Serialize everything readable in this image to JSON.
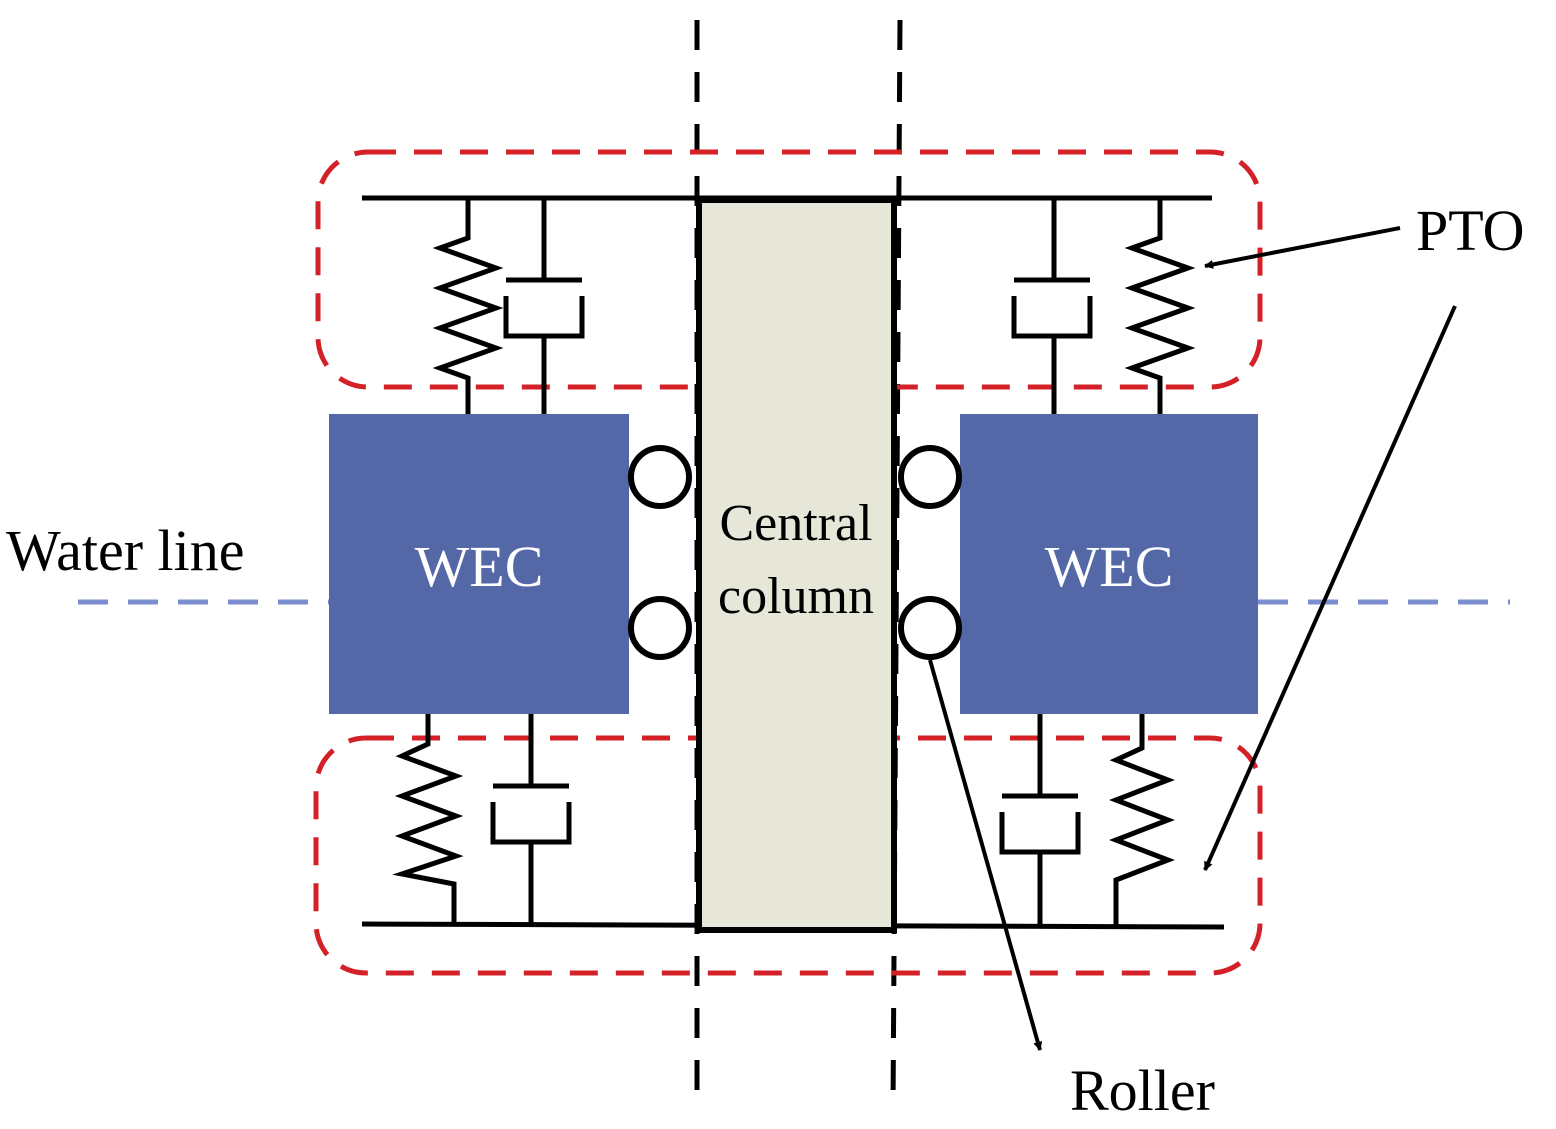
{
  "labels": {
    "water_line": "Water line",
    "wec_left": "WEC",
    "wec_right": "WEC",
    "central_column_line1": "Central",
    "central_column_line2": "column",
    "pto": "PTO",
    "roller": "Roller"
  },
  "colors": {
    "wec_fill": "#5468A8",
    "column_fill": "#E6E6D9",
    "pto_boundary": "#D42027",
    "water_line": "#7B8FD0",
    "lines": "#000000"
  }
}
